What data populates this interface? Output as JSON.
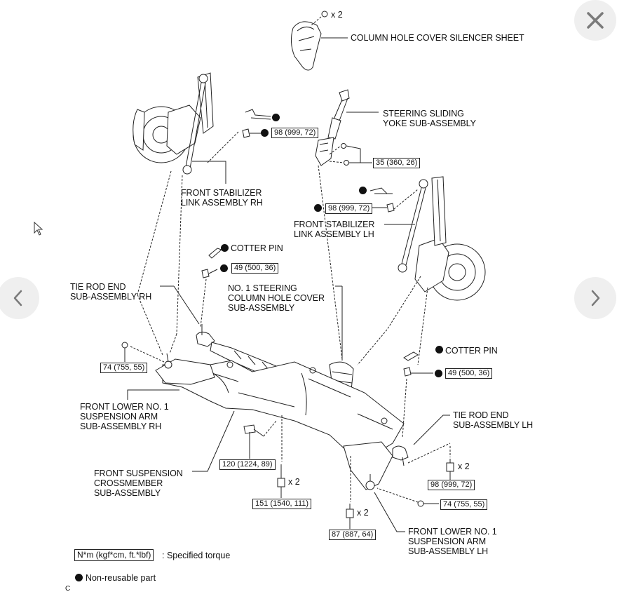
{
  "labels": {
    "column_hole_cover_silencer": "COLUMN HOLE COVER SILENCER SHEET",
    "steering_sliding_yoke": [
      "STEERING SLIDING",
      "YOKE SUB-ASSEMBLY"
    ],
    "front_stabilizer_rh": [
      "FRONT STABILIZER",
      "LINK ASSEMBLY RH"
    ],
    "front_stabilizer_lh": [
      "FRONT STABILIZER",
      "LINK ASSEMBLY LH"
    ],
    "cotter_pin_1": "COTTER PIN",
    "cotter_pin_2": "COTTER PIN",
    "tie_rod_end_rh": [
      "TIE ROD END",
      "SUB-ASSEMBLY RH"
    ],
    "no1_steering_column_cover": [
      "NO. 1 STEERING",
      "COLUMN HOLE COVER",
      "SUB-ASSEMBLY"
    ],
    "front_lower_arm_rh": [
      "FRONT LOWER NO. 1",
      "SUSPENSION ARM",
      "SUB-ASSEMBLY RH"
    ],
    "tie_rod_end_lh": [
      "TIE ROD END",
      "SUB-ASSEMBLY LH"
    ],
    "front_suspension_crossmember": [
      "FRONT SUSPENSION",
      "CROSSMEMBER",
      "SUB-ASSEMBLY"
    ],
    "front_lower_arm_lh": [
      "FRONT LOWER NO. 1",
      "SUSPENSION ARM",
      "SUB-ASSEMBLY LH"
    ]
  },
  "torques": {
    "t_98_rh": "98 (999, 72)",
    "t_35": "35 (360, 26)",
    "t_98_lh": "98 (999, 72)",
    "t_49_rh": "49 (500, 36)",
    "t_74_rh": "74 (755, 55)",
    "t_49_lh": "49 (500, 36)",
    "t_120": "120 (1224, 89)",
    "t_98_bottom": "98 (999, 72)",
    "t_151": "151 (1540, 111)",
    "t_74_lh": "74 (755, 55)",
    "t_87": "87 (887, 64)"
  },
  "quantities": {
    "q_top": "x 2",
    "q_151": "x 2",
    "q_87": "x 2",
    "q_98": "x 2"
  },
  "legend": {
    "torque_box": "N*m (kgf*cm, ft.*lbf)",
    "torque_text": ": Specified torque",
    "nonreusable_text": "Non-reusable part",
    "corner_mark": "C"
  },
  "nav": {
    "prev_icon": "chevron-left-icon",
    "next_icon": "chevron-right-icon",
    "close_icon": "close-icon",
    "button_color": "#efefef",
    "icon_color": "#7a7a7a"
  }
}
